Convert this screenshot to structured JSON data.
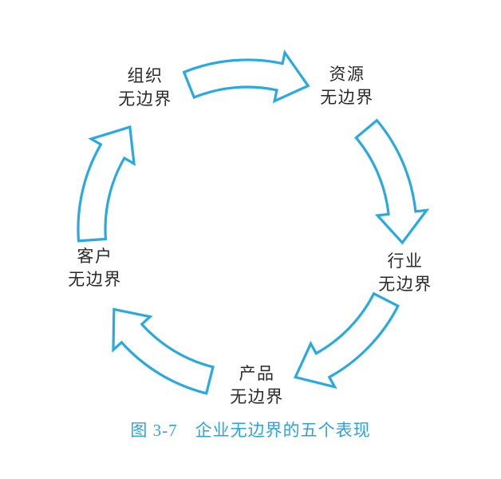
{
  "figure": {
    "caption_label": "图 3-7",
    "caption_text": "企业无边界的五个表现"
  },
  "nodes": [
    {
      "id": "organization",
      "line1": "组织",
      "line2": "无边界"
    },
    {
      "id": "resources",
      "line1": "资源",
      "line2": "无边界"
    },
    {
      "id": "industry",
      "line1": "行业",
      "line2": "无边界"
    },
    {
      "id": "product",
      "line1": "产品",
      "line2": "无边界"
    },
    {
      "id": "customer",
      "line1": "客户",
      "line2": "无边界"
    }
  ],
  "arrows": [
    {
      "name": "organization-to-resources"
    },
    {
      "name": "resources-to-industry"
    },
    {
      "name": "industry-to-product"
    },
    {
      "name": "product-to-customer"
    },
    {
      "name": "customer-to-organization"
    }
  ],
  "arrow_style": "hollow curved block arrow, clockwise cycle",
  "colors": {
    "accent": "#29A9E2",
    "caption": "#2BA3DC",
    "text": "#2A2A2A",
    "background": "#FFFFFF"
  }
}
